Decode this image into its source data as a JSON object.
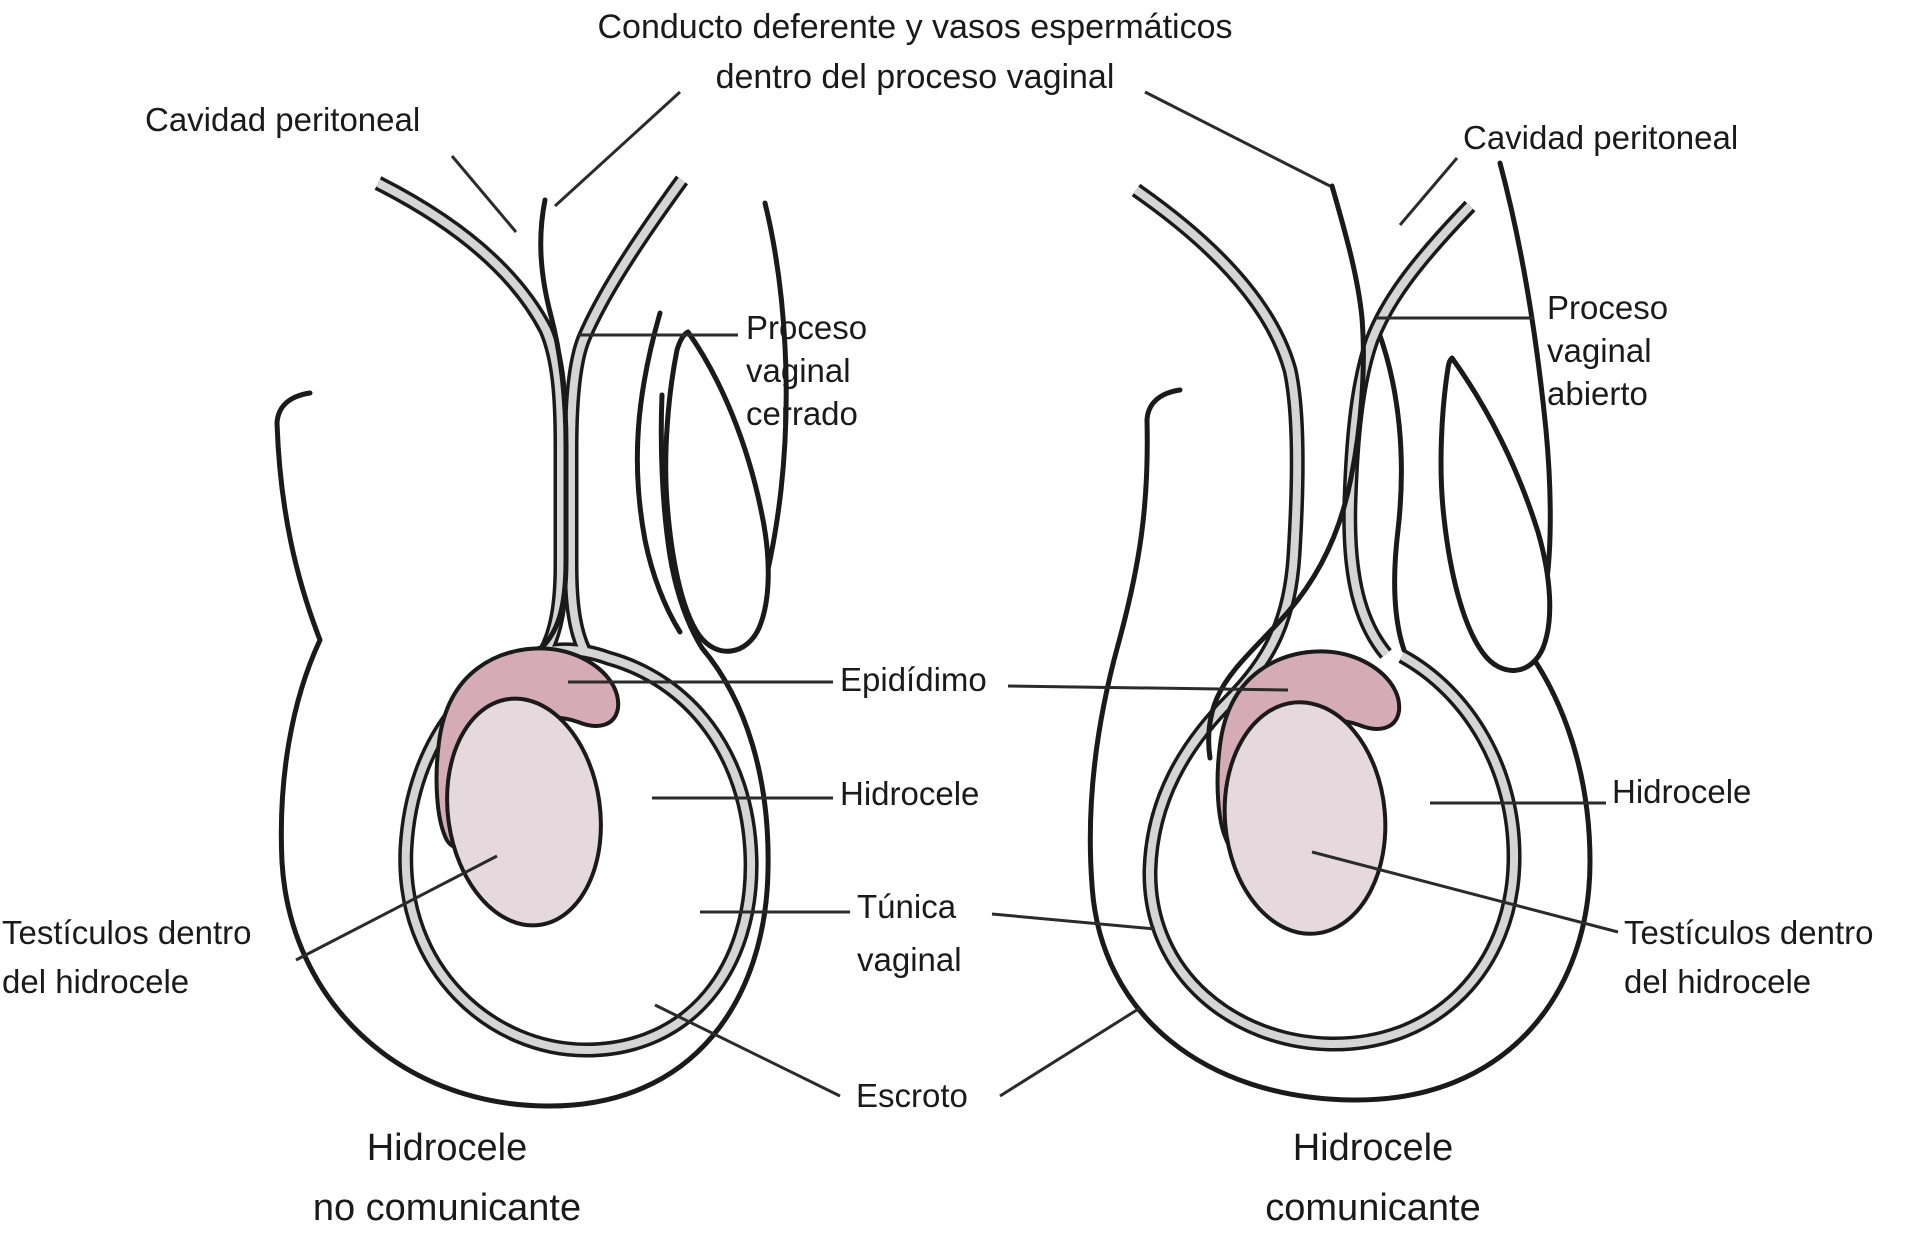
{
  "title": {
    "line1": "Conducto deferente y vasos espermáticos",
    "line2": "dentro del proceso vaginal"
  },
  "center": {
    "epididimo": "Epidídimo",
    "hidrocele": "Hidrocele",
    "tunica": [
      "Túnica",
      "vaginal"
    ],
    "escroto": "Escroto"
  },
  "left": {
    "caption1": "Hidrocele",
    "caption2": "no comunicante",
    "labels": {
      "cavidad": "Cavidad peritoneal",
      "proceso": [
        "Proceso",
        "vaginal",
        "cerrado"
      ],
      "testiculos": [
        "Testículos dentro",
        "del hidrocele"
      ]
    }
  },
  "right": {
    "caption1": "Hidrocele",
    "caption2": "comunicante",
    "labels": {
      "cavidad": "Cavidad peritoneal",
      "proceso": [
        "Proceso",
        "vaginal",
        "abierto"
      ],
      "testiculos": [
        "Testículos dentro",
        "del hidrocele"
      ],
      "hidrocele": "Hidrocele"
    }
  },
  "colors": {
    "line": "#1a1a1a",
    "leader": "#2b2b2b",
    "canal_gray": "#d5d5d5",
    "epididymis_pink": "#d6abb8",
    "testis_pink": "#e6d9de",
    "background": "#ffffff"
  }
}
